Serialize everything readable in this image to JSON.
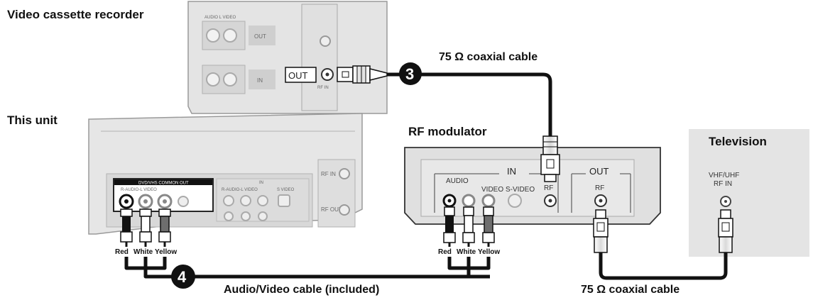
{
  "labels": {
    "vcr": "Video cassette recorder",
    "unit": "This unit",
    "modulator": "RF modulator",
    "television": "Television"
  },
  "cables": {
    "coax_top": "75 Ω coaxial cable",
    "coax_bottom": "75 Ω coaxial cable",
    "av": "Audio/Video cable (included)"
  },
  "steps": {
    "step3": "3",
    "step4": "4"
  },
  "vcr_panel": {
    "audio_video_label": "AUDIO L VIDEO",
    "out_badge": "OUT",
    "in_badge": "IN",
    "rf_out_callout": "OUT",
    "rf_label": "RF IN"
  },
  "unit_panel": {
    "common_out_header": "DVD/VHS COMMON OUT",
    "common_out_sub": "R-AUDIO-L VIDEO",
    "in_group_header": "IN",
    "in_group_sub": "R-AUDIO-L VIDEO",
    "svideo": "S VIDEO",
    "rf_in": "RF IN",
    "rf_out": "RF OUT"
  },
  "plug_colors_unit": [
    "Red",
    "White",
    "Yellow"
  ],
  "plug_colors_mod": [
    "Red",
    "White",
    "Yellow"
  ],
  "modulator_panel": {
    "in_label": "IN",
    "out_label": "OUT",
    "audio": "AUDIO",
    "video": "VIDEO",
    "svideo": "S-VIDEO",
    "rf_in": "RF",
    "rf_out": "RF"
  },
  "tv_panel": {
    "input_line1": "VHF/UHF",
    "input_line2": "RF IN"
  }
}
